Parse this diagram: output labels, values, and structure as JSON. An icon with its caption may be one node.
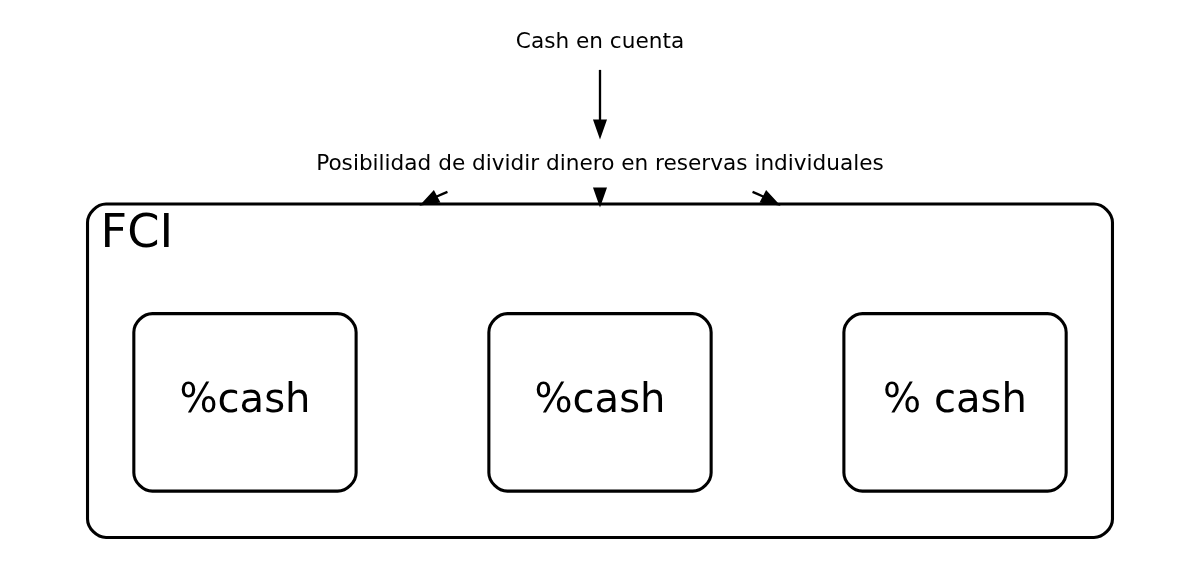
{
  "diagram": {
    "nodes": [
      {
        "text": [
          "Cash en cuenta"
        ]
      },
      {
        "text": [
          "Posibilidad de dividir dinero en reservas individuales"
        ]
      },
      {
        "text": [
          "FCI"
        ]
      },
      {
        "text": [
          "% cash"
        ],
        "in": 2
      },
      {
        "text": [
          "%cash"
        ],
        "in": 2
      },
      {
        "text": [
          "%cash"
        ],
        "in": 2
      }
    ],
    "edges": [
      {
        "from": 0,
        "to": 1,
        "arrow": "to"
      },
      {
        "from": 1,
        "to": 2,
        "arrow": "to"
      },
      {
        "from": 1,
        "to": 2,
        "arrow": "to"
      },
      {
        "from": 1,
        "to": 2,
        "arrow": "to"
      }
    ]
  }
}
